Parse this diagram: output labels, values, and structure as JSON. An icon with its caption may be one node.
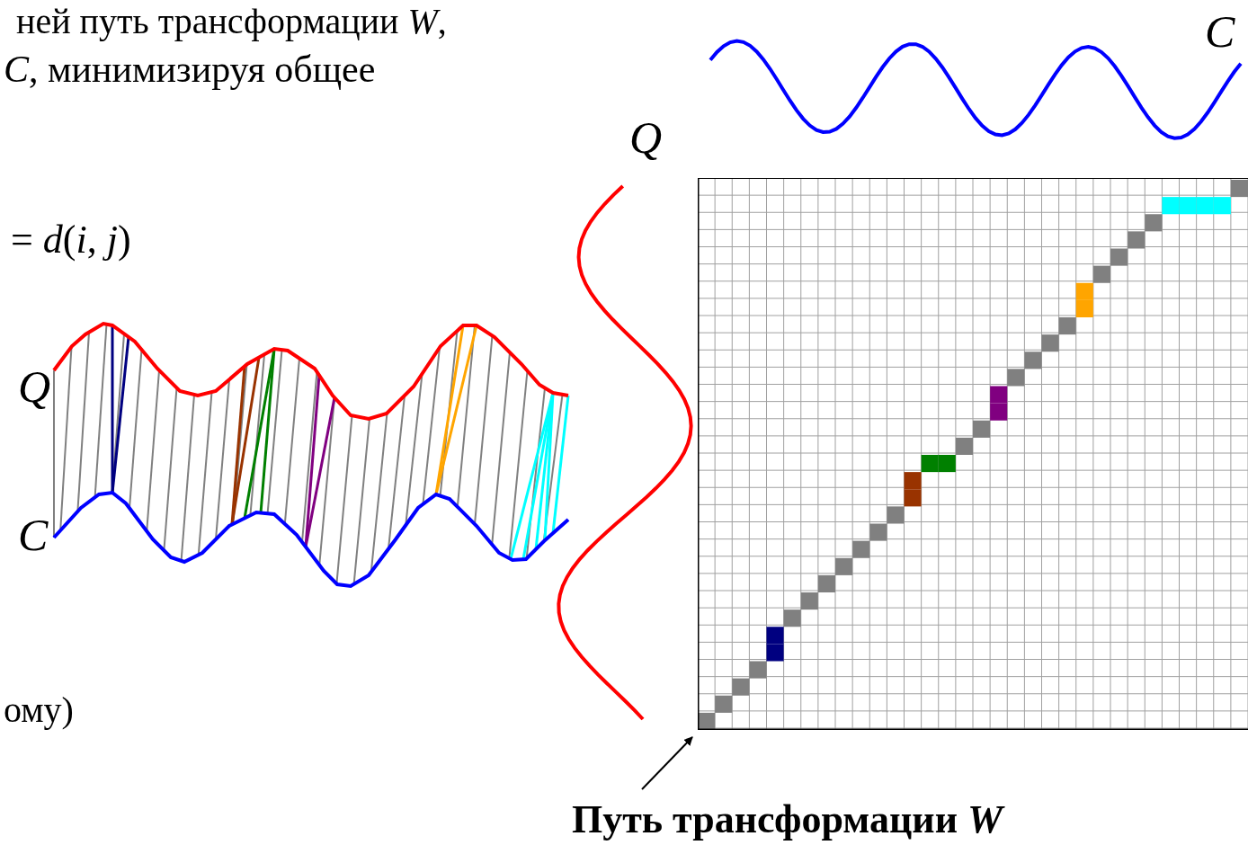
{
  "diagram": {
    "nodes": [
      {
        "text": [
          "Путь трансформации *W*"
        ]
      },
      {
        "text": [],
        "shape": "box"
      }
    ],
    "edges": [
      {
        "from": 0,
        "to": 1,
        "arrow": "to"
      }
    ],
    "labels": [
      "ней путь трансформации *W*,",
      "*C*",
      "*C*, минимизируя общее",
      "*Q*",
      "= *d*(*i*, *j*)",
      "*Q*",
      "*C*",
      "ому)"
    ]
  }
}
